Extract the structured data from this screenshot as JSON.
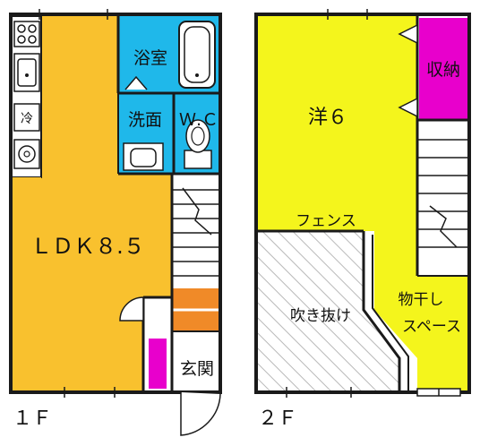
{
  "floors": {
    "first": {
      "label": "１Ｆ",
      "rooms": {
        "ldk": "ＬＤＫ８.５",
        "bath": "浴室",
        "washroom": "洗面",
        "wc": "Ｗ.Ｃ",
        "entrance": "玄関",
        "fridge": "冷"
      }
    },
    "second": {
      "label": "２Ｆ",
      "rooms": {
        "western": "洋６",
        "closet": "収納",
        "fence": "フェンス",
        "void": "吹き抜け",
        "drying_line1": "物干し",
        "drying_line2": "スペース"
      }
    }
  },
  "colors": {
    "ldk": "#f9c12e",
    "wet_area": "#1fb8ea",
    "western_room": "#f4f51c",
    "closet": "#e800cc",
    "stair_landing": "#f08a28",
    "wall": "#1a1a1a"
  }
}
